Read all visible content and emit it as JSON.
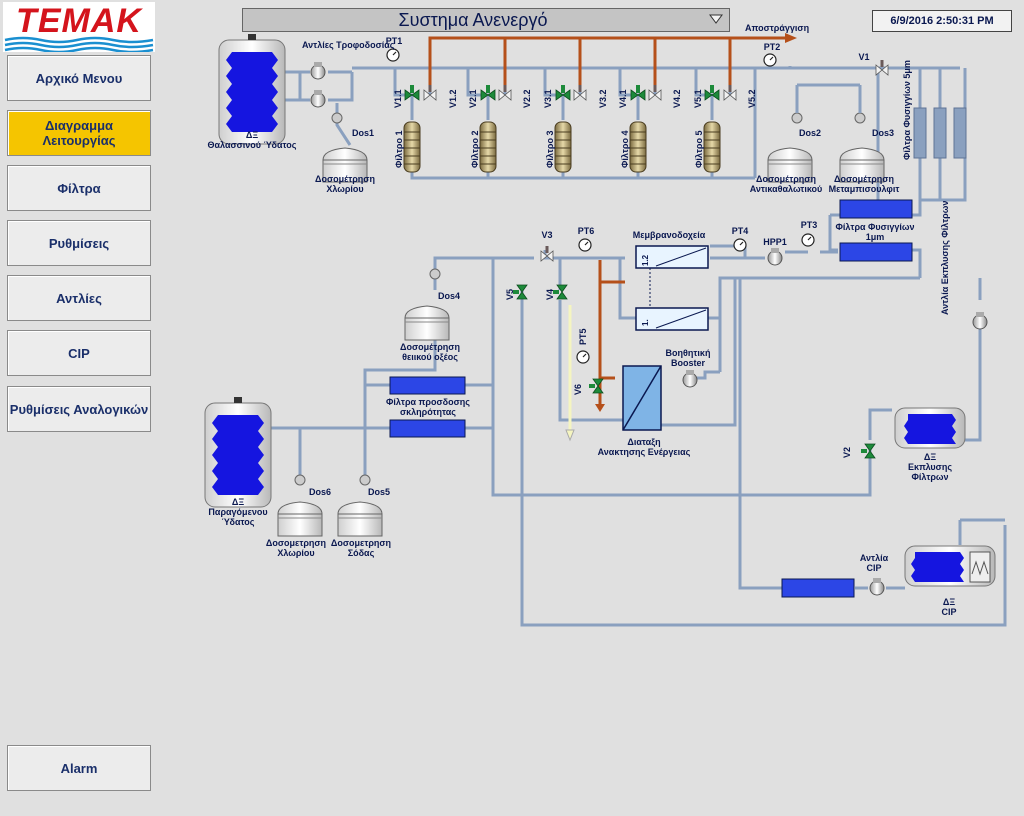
{
  "brand": "TEMAK",
  "title": "Συστημα Ανενεργό",
  "datetime": "6/9/2016 2:50:31 PM",
  "nav": {
    "home": "Αρχικό Μενου",
    "diagram": "Διαγραμμα Λειτουργίας",
    "filters": "Φίλτρα",
    "settings": "Ρυθμίσεις",
    "pumps": "Αντλίες",
    "cip": "CIP",
    "analog_settings": "Ρυθμίσεις Αναλογικών",
    "alarm": "Alarm"
  },
  "labels": {
    "feed_pumps": "Αντλίες Τροφοδοσίας",
    "seawater_tank_1": "ΔΞ",
    "seawater_tank_2": "Θαλασσινού Ύδατος",
    "pt1": "PT1",
    "pt2": "PT2",
    "pt3": "PT3",
    "pt4": "PT4",
    "pt5": "PT5",
    "pt6": "PT6",
    "drain": "Αποστράγγιση",
    "v1": "V1",
    "v2": "V2",
    "v3": "V3",
    "v4": "V4",
    "v5": "V5",
    "v6": "V6",
    "v11": "V1.1",
    "v12": "V1.2",
    "v21": "V2.1",
    "v22": "V2.2",
    "v31": "V3.1",
    "v32": "V3.2",
    "v41": "V4.1",
    "v42": "V4.2",
    "v51": "V5.1",
    "v52": "V5.2",
    "filter1": "Φίλτρο 1",
    "filter2": "Φίλτρο 2",
    "filter3": "Φίλτρο 3",
    "filter4": "Φίλτρο 4",
    "filter5": "Φίλτρο 5",
    "dos1": "Dos1",
    "dos2": "Dos2",
    "dos3": "Dos3",
    "dos4": "Dos4",
    "dos5": "Dos5",
    "dos6": "Dos6",
    "dos_chlorine_1": "Δοσομέτρηση",
    "dos_chlorine_2": "Χλωρίου",
    "dos_antiscalant_1": "Δοσομέτρηση",
    "dos_antiscalant_2": "Αντικαθαλωτικού",
    "dos_metabisulfite_1": "Δοσομέτρηση",
    "dos_metabisulfite_2": "Μεταμπισουλφιτ",
    "cartridge_5um": "Φίλτρα Φυσιγγίων 5μm",
    "cartridge_1um_1": "Φίλτρα Φυσιγγίων",
    "cartridge_1um_2": "1μm",
    "membranes": "Μεμβρανοδοχεία",
    "hpp1": "HPP1",
    "flush_pump": "Αντλία Εκπλυσης Φίλτρων",
    "booster_1": "Βοηθητική",
    "booster_2": "Booster",
    "erd_1": "Διαταξη",
    "erd_2": "Ανακτησης Ενέργειας",
    "dos_sulfuric_1": "Δοσομέτρηση",
    "dos_sulfuric_2": "θειικού οξέος",
    "hardness_1": "Φίλτρα προσδοσης",
    "hardness_2": "σκληρότητας",
    "product_tank_1": "ΔΞ",
    "product_tank_2": "Παραγόμενου",
    "product_tank_3": "Ύδατος",
    "dos_chlorine2_1": "Δοσομετρηση",
    "dos_chlorine2_2": "Χλωρίου",
    "dos_soda_1": "Δοσομετρηση",
    "dos_soda_2": "Σόδας",
    "flush_tank_1": "ΔΞ",
    "flush_tank_2": "Εκπλυσης",
    "flush_tank_3": "Φίλτρων",
    "cip_pump_1": "Αντλία",
    "cip_pump_2": "CIP",
    "cip_tank_1": "ΔΞ",
    "cip_tank_2": "CIP",
    "membrane_top": "1.2",
    "membrane_bottom": "1."
  },
  "colors": {
    "pipe": "#8aa0bf",
    "pipe_dark": "#5f7396",
    "drain_pipe": "#b5501a",
    "valve_green": "#1d8a3a",
    "tank_blue": "#1515e0",
    "filter_blue": "#2c46e6",
    "accent": "#f5c500"
  },
  "icons": [
    "gauge-icon",
    "valve-icon",
    "pump-icon",
    "tank-icon",
    "filter-icon",
    "dosing-icon",
    "dropdown-arrow-icon"
  ]
}
